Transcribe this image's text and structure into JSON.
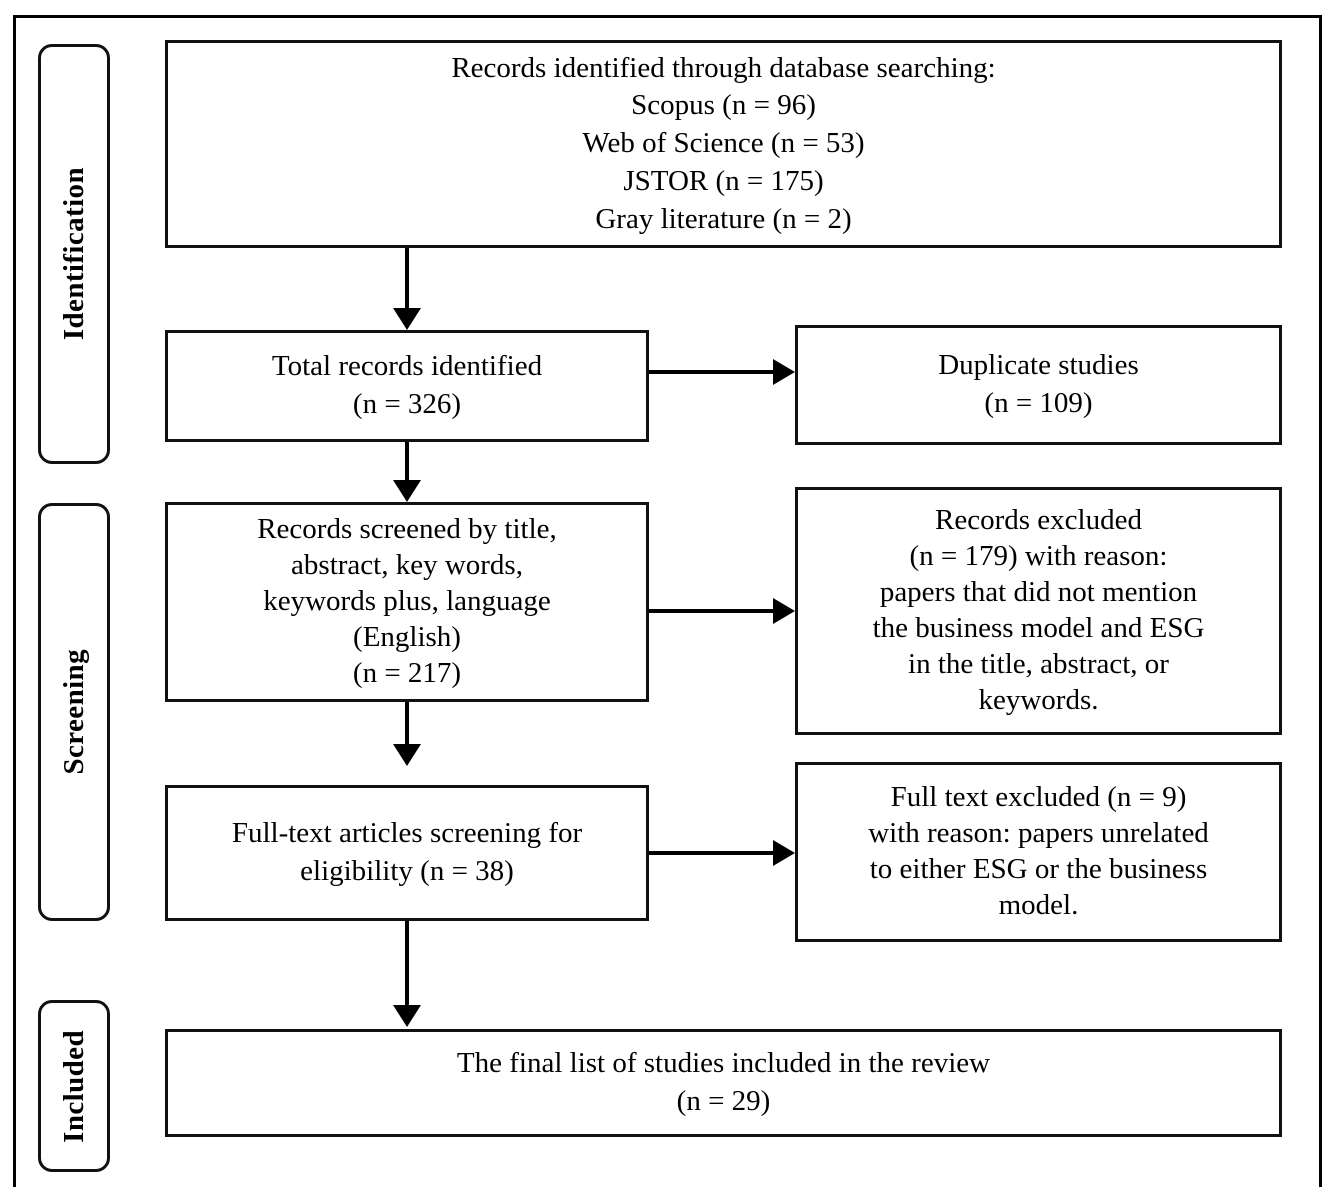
{
  "diagram": {
    "title": "PRISMA study selection flow diagram",
    "frame_color": "#000000",
    "box_border_color": "#111111",
    "background": "#ffffff"
  },
  "stages": [
    {
      "id": "identification",
      "label": "Identification"
    },
    {
      "id": "screening",
      "label": "Screening"
    },
    {
      "id": "included",
      "label": "Included"
    }
  ],
  "nodes": {
    "records_identified": {
      "text": "Records identified through database searching:\nScopus (n = 96)\nWeb of Science (n = 53)\nJSTOR (n = 175)\nGray literature (n = 2)"
    },
    "total_records": {
      "text": "Total records identified\n(n = 326)"
    },
    "duplicate_studies": {
      "text": "Duplicate studies\n(n = 109)"
    },
    "records_screened": {
      "text": "Records screened by title,\nabstract, key words,\nkeywords plus, language\n(English)\n(n = 217)"
    },
    "records_excluded": {
      "text": "Records excluded\n(n = 179) with reason:\npapers that did not mention\nthe business model and ESG\nin the title, abstract, or\nkeywords."
    },
    "fulltext_screened": {
      "text": "Full-text articles screening for\neligibility (n = 38)"
    },
    "fulltext_excluded": {
      "text": "Full text excluded (n = 9)\nwith reason: papers unrelated\nto either ESG or the business\nmodel."
    },
    "final_list": {
      "text": "The final list of studies included in the review\n(n = 29)"
    }
  },
  "counts": {
    "scopus": 96,
    "web_of_science": 53,
    "jstor": 175,
    "gray_literature": 2,
    "total_identified": 326,
    "duplicates_removed": 109,
    "screened": 217,
    "screening_excluded": 179,
    "fulltext_assessed": 38,
    "fulltext_excluded": 9,
    "final_included": 29
  },
  "connectors": [
    {
      "id": "identified-to-total",
      "type": "arrow-down"
    },
    {
      "id": "total-to-duplicates",
      "type": "arrow-right"
    },
    {
      "id": "total-to-screened",
      "type": "arrow-down"
    },
    {
      "id": "screened-to-excluded",
      "type": "arrow-right"
    },
    {
      "id": "screened-to-fulltext",
      "type": "arrow-down"
    },
    {
      "id": "fulltext-to-fulltext-excl",
      "type": "arrow-right"
    },
    {
      "id": "fulltext-to-final",
      "type": "arrow-down"
    }
  ]
}
